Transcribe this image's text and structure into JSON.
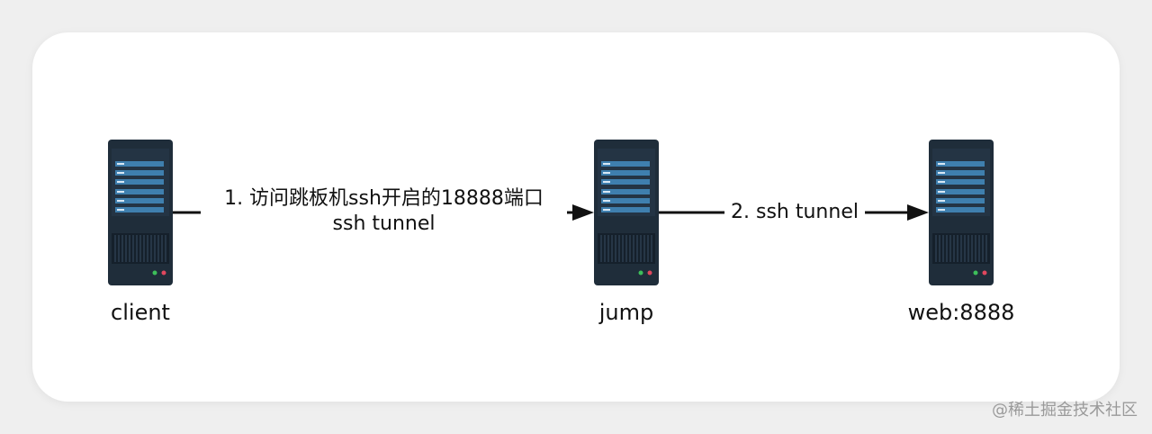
{
  "nodes": [
    {
      "id": "client",
      "label": "client",
      "icon": "server-icon"
    },
    {
      "id": "jump",
      "label": "jump",
      "icon": "server-icon"
    },
    {
      "id": "web",
      "label": "web:8888",
      "icon": "server-icon"
    }
  ],
  "edges": [
    {
      "from": "client",
      "to": "jump",
      "label_line1": "1. 访问跳板机ssh开启的18888端口",
      "label_line2": "ssh tunnel"
    },
    {
      "from": "jump",
      "to": "web",
      "label": "2. ssh tunnel"
    }
  ],
  "watermark": "@稀土掘金技术社区",
  "colors": {
    "background": "#efefef",
    "card": "#ffffff",
    "server_body": "#1f2d3a",
    "server_slot": "#3f7fae",
    "arrow": "#111111"
  }
}
